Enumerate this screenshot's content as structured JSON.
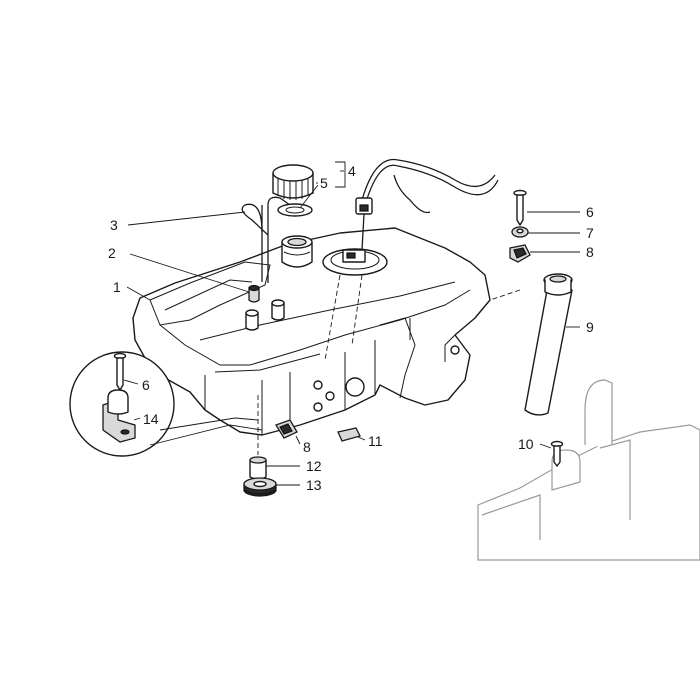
{
  "diagram": {
    "callouts": {
      "c1": "1",
      "c2": "2",
      "c3": "3",
      "c4": "4",
      "c5": "5",
      "c6_top": "6",
      "c6_detail": "6",
      "c7": "7",
      "c8_top": "8",
      "c8_bottom": "8",
      "c9": "9",
      "c10": "10",
      "c11": "11",
      "c12": "12",
      "c13": "13",
      "c14": "14"
    }
  }
}
